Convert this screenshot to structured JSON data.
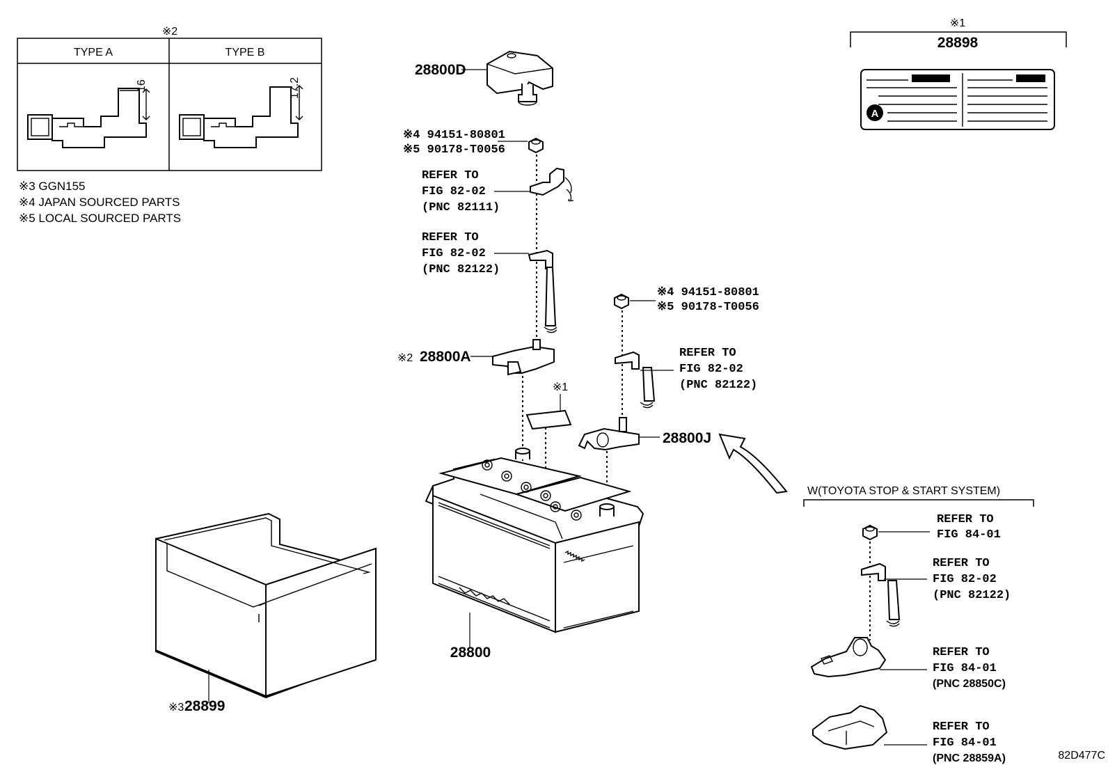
{
  "inset_types": {
    "note": "※2",
    "type_a": "TYPE A",
    "type_b": "TYPE B",
    "dim_a": "16",
    "dim_b": "17.2"
  },
  "notes": [
    "※3 GGN155",
    "※4 JAPAN SOURCED PARTS",
    "※5 LOCAL SOURCED PARTS"
  ],
  "label_panel": {
    "note": "※1",
    "part_no": "28898",
    "badge": "A"
  },
  "parts": {
    "cover": "28800D",
    "nut_top_1": "※4 94151-80801",
    "nut_top_2": "※5 90178-T0056",
    "ref1": [
      "REFER TO",
      "FIG 82-02",
      "(PNC 82111)"
    ],
    "ref2": [
      "REFER TO",
      "FIG 82-02",
      "(PNC 82122)"
    ],
    "terminal_pos_prefix": "※2",
    "terminal_pos": "28800A",
    "label_mark": "※1",
    "nut_right_1": "※4 94151-80801",
    "nut_right_2": "※5 90178-T0056",
    "ref3": [
      "REFER TO",
      "FIG 82-02",
      "(PNC 82122)"
    ],
    "terminal_neg": "28800J",
    "battery": "28800",
    "tray_prefix": "※3",
    "tray": "28899"
  },
  "stop_start": {
    "title": "W(TOYOTA STOP & START SYSTEM)",
    "ref_a": [
      "REFER TO",
      "FIG 84-01"
    ],
    "ref_b": [
      "REFER TO",
      "FIG 82-02",
      "(PNC 82122)"
    ],
    "ref_c": [
      "REFER TO",
      "FIG 84-01",
      "(PNC 28850C)"
    ],
    "ref_d": [
      "REFER TO",
      "FIG 84-01",
      "(PNC 28859A)"
    ]
  },
  "figure_id": "82D477C"
}
